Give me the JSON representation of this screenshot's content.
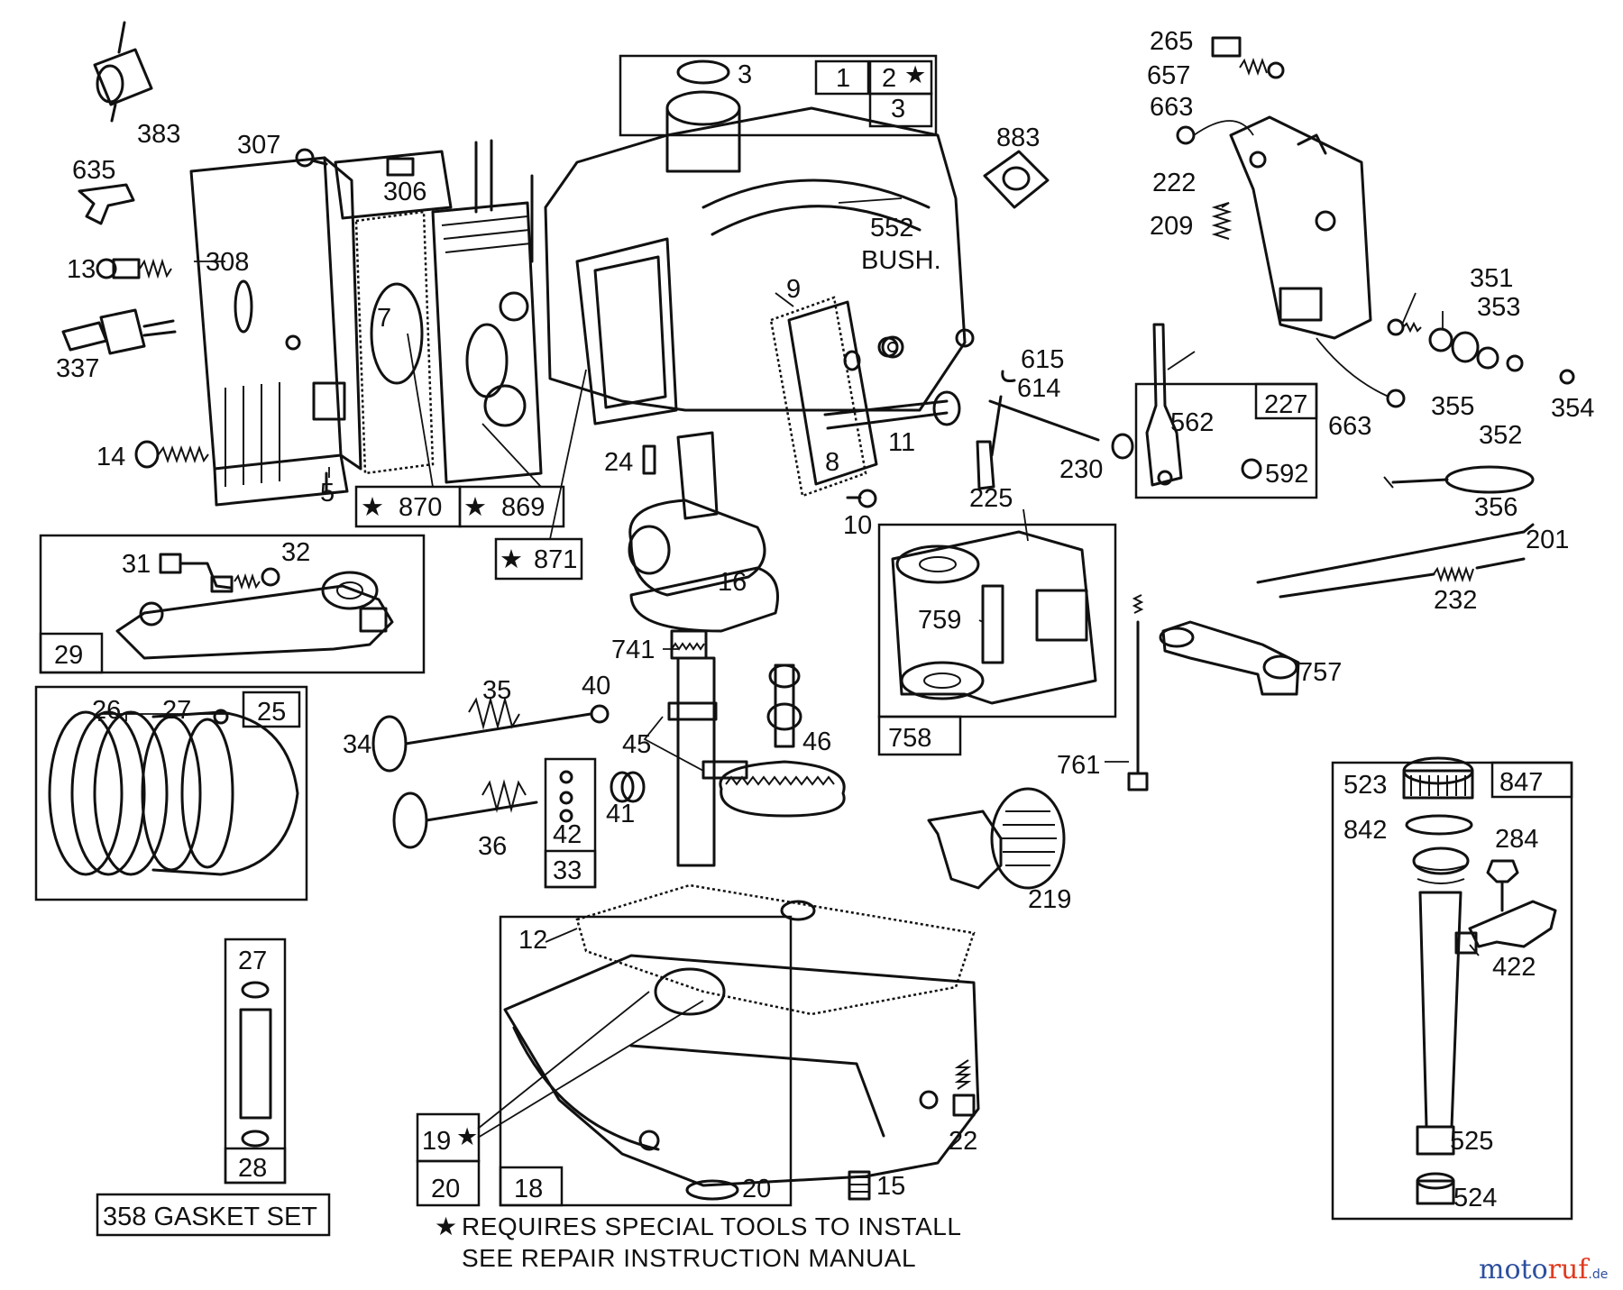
{
  "labels": {
    "p383": "383",
    "p307": "307",
    "p635": "635",
    "p306": "306",
    "p308": "308",
    "p13": "13",
    "p337": "337",
    "p14": "14",
    "p5": "5",
    "p7": "7",
    "p870": "870",
    "p869": "869",
    "p871": "871",
    "p3a": "3",
    "p1": "1",
    "p2": "2",
    "p3b": "3",
    "p883": "883",
    "p552": "552",
    "bush": "BUSH.",
    "p9": "9",
    "p8": "8",
    "p11": "11",
    "p10": "10",
    "p24": "24",
    "p16": "16",
    "p265": "265",
    "p657": "657",
    "p663a": "663",
    "p222": "222",
    "p209": "209",
    "p351": "351",
    "p353": "353",
    "p355": "355",
    "p352": "352",
    "p354": "354",
    "p663b": "663",
    "p615": "615",
    "p614": "614",
    "p225": "225",
    "p230": "230",
    "p562": "562",
    "p227": "227",
    "p592": "592",
    "p356": "356",
    "p201": "201",
    "p232": "232",
    "p31": "31",
    "p32": "32",
    "p29": "29",
    "p26": "26",
    "p27a": "27",
    "p25": "25",
    "p741": "741",
    "p35": "35",
    "p40": "40",
    "p34": "34",
    "p45": "45",
    "p46": "46",
    "p36": "36",
    "p41": "41",
    "p42": "42",
    "p33": "33",
    "p759": "759",
    "p758": "758",
    "p757": "757",
    "p761": "761",
    "p219": "219",
    "p523": "523",
    "p847": "847",
    "p842": "842",
    "p284": "284",
    "p422": "422",
    "p525": "525",
    "p524": "524",
    "p27b": "27",
    "p28": "28",
    "gasket_set": "358 GASKET SET",
    "p12": "12",
    "p19": "19",
    "p20a": "20",
    "p18": "18",
    "p20b": "20",
    "p15": "15",
    "p22": "22"
  },
  "footnote": {
    "line1": "REQUIRES SPECIAL TOOLS TO INSTALL",
    "line2": "SEE REPAIR INSTRUCTION MANUAL"
  },
  "watermark": {
    "part_a": "moto",
    "part_b": "ruf",
    "part_c": ".de"
  }
}
